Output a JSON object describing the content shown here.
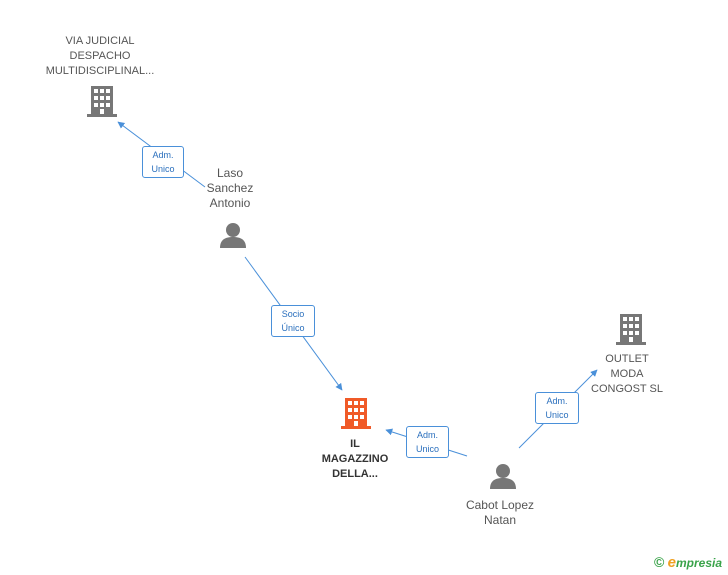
{
  "nodes": {
    "via_judicial": {
      "lines": [
        "VIA JUDICIAL",
        "DESPACHO",
        "MULTIDISCIPLINAL..."
      ],
      "type": "company",
      "color": "#777777"
    },
    "laso": {
      "lines": [
        "Laso",
        "Sanchez",
        "Antonio"
      ],
      "type": "person",
      "color": "#777777"
    },
    "il_magazzino": {
      "lines": [
        "IL",
        "MAGAZZINO",
        "DELLA..."
      ],
      "type": "company",
      "color": "#f05a28"
    },
    "outlet": {
      "lines": [
        "OUTLET",
        "MODA",
        "CONGOST SL"
      ],
      "type": "company",
      "color": "#777777"
    },
    "cabot": {
      "lines": [
        "Cabot Lopez",
        "Natan"
      ],
      "type": "person",
      "color": "#777777"
    }
  },
  "edges": {
    "laso_via": [
      "Adm.",
      "Unico"
    ],
    "laso_il": [
      "Socio",
      "Único"
    ],
    "cabot_il": [
      "Adm.",
      "Unico"
    ],
    "cabot_outlet": [
      "Adm.",
      "Unico"
    ]
  },
  "colors": {
    "edge": "#4a90d9",
    "icon": "#777777",
    "accent": "#f05a28"
  },
  "brand": {
    "copyright": "©",
    "e": "e",
    "rest": "mpresia"
  }
}
